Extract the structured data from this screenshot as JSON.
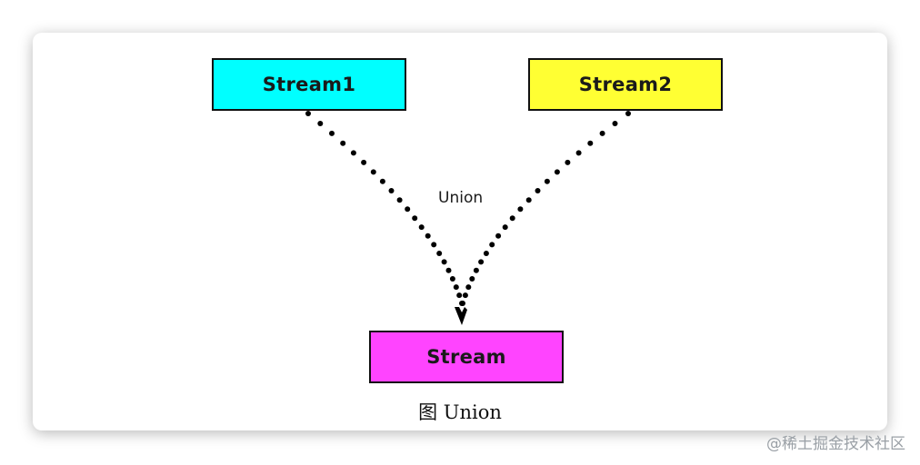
{
  "diagram": {
    "nodes": [
      {
        "id": "stream1",
        "label": "Stream1",
        "fill": "#00ffff"
      },
      {
        "id": "stream2",
        "label": "Stream2",
        "fill": "#ffff33"
      },
      {
        "id": "stream",
        "label": "Stream",
        "fill": "#ff44ff"
      }
    ],
    "edges": [
      {
        "from": "stream1",
        "to": "stream",
        "style": "dotted"
      },
      {
        "from": "stream2",
        "to": "stream",
        "style": "dotted"
      }
    ],
    "edge_label": "Union",
    "caption": "图 Union"
  },
  "watermark": "@稀土掘金技术社区",
  "colors": {
    "edge": "#000000",
    "shadow": "rgba(0,0,0,0.28)"
  }
}
